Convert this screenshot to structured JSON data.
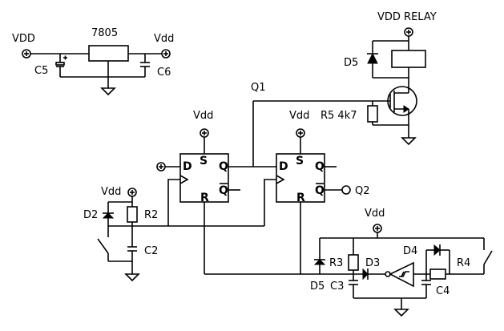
{
  "diagram": {
    "type": "electronic-schematic",
    "regulator": {
      "part": "7805",
      "input_label": "VDD",
      "output_label": "Vdd",
      "caps": [
        "C5",
        "C6"
      ]
    },
    "relay_driver": {
      "supply_label": "VDD RELAY",
      "diode": "D5",
      "resistor": "R5 4k7",
      "net": "Q1"
    },
    "flipflop1": {
      "supply_label": "Vdd",
      "pins": {
        "d": "D",
        "s": "S",
        "q": "Q",
        "qbar": "Q",
        "r": "R"
      }
    },
    "flipflop2": {
      "supply_label": "Vdd",
      "pins": {
        "d": "D",
        "s": "S",
        "q": "Q",
        "qbar": "Q",
        "r": "R"
      },
      "output_label": "Q2"
    },
    "reset_circuit": {
      "supply_label": "Vdd",
      "diode": "D2",
      "resistor": "R2",
      "cap": "C2"
    },
    "oscillator": {
      "supply_label": "Vdd",
      "components": [
        "D5",
        "C3",
        "R3",
        "D3",
        "D4",
        "R4",
        "C4"
      ]
    }
  },
  "labels": {
    "vdd_in": "VDD",
    "reg": "7805",
    "vdd_out": "Vdd",
    "c5": "C5",
    "c6": "C6",
    "vdd_relay": "VDD RELAY",
    "d5_top": "D5",
    "q1": "Q1",
    "vdd_ff1": "Vdd",
    "vdd_ff2": "Vdd",
    "r5": "R5 4k7",
    "d": "D",
    "s": "S",
    "q": "Q",
    "qb": "Q",
    "r": "R",
    "q2": "Q2",
    "vdd_rc": "Vdd",
    "d2": "D2",
    "r2": "R2",
    "c2": "C2",
    "vdd_osc": "Vdd",
    "d4": "D4",
    "r3": "R3",
    "d3": "D3",
    "r4": "R4",
    "d5_bot": "D5",
    "c3": "C3",
    "c4": "C4"
  }
}
